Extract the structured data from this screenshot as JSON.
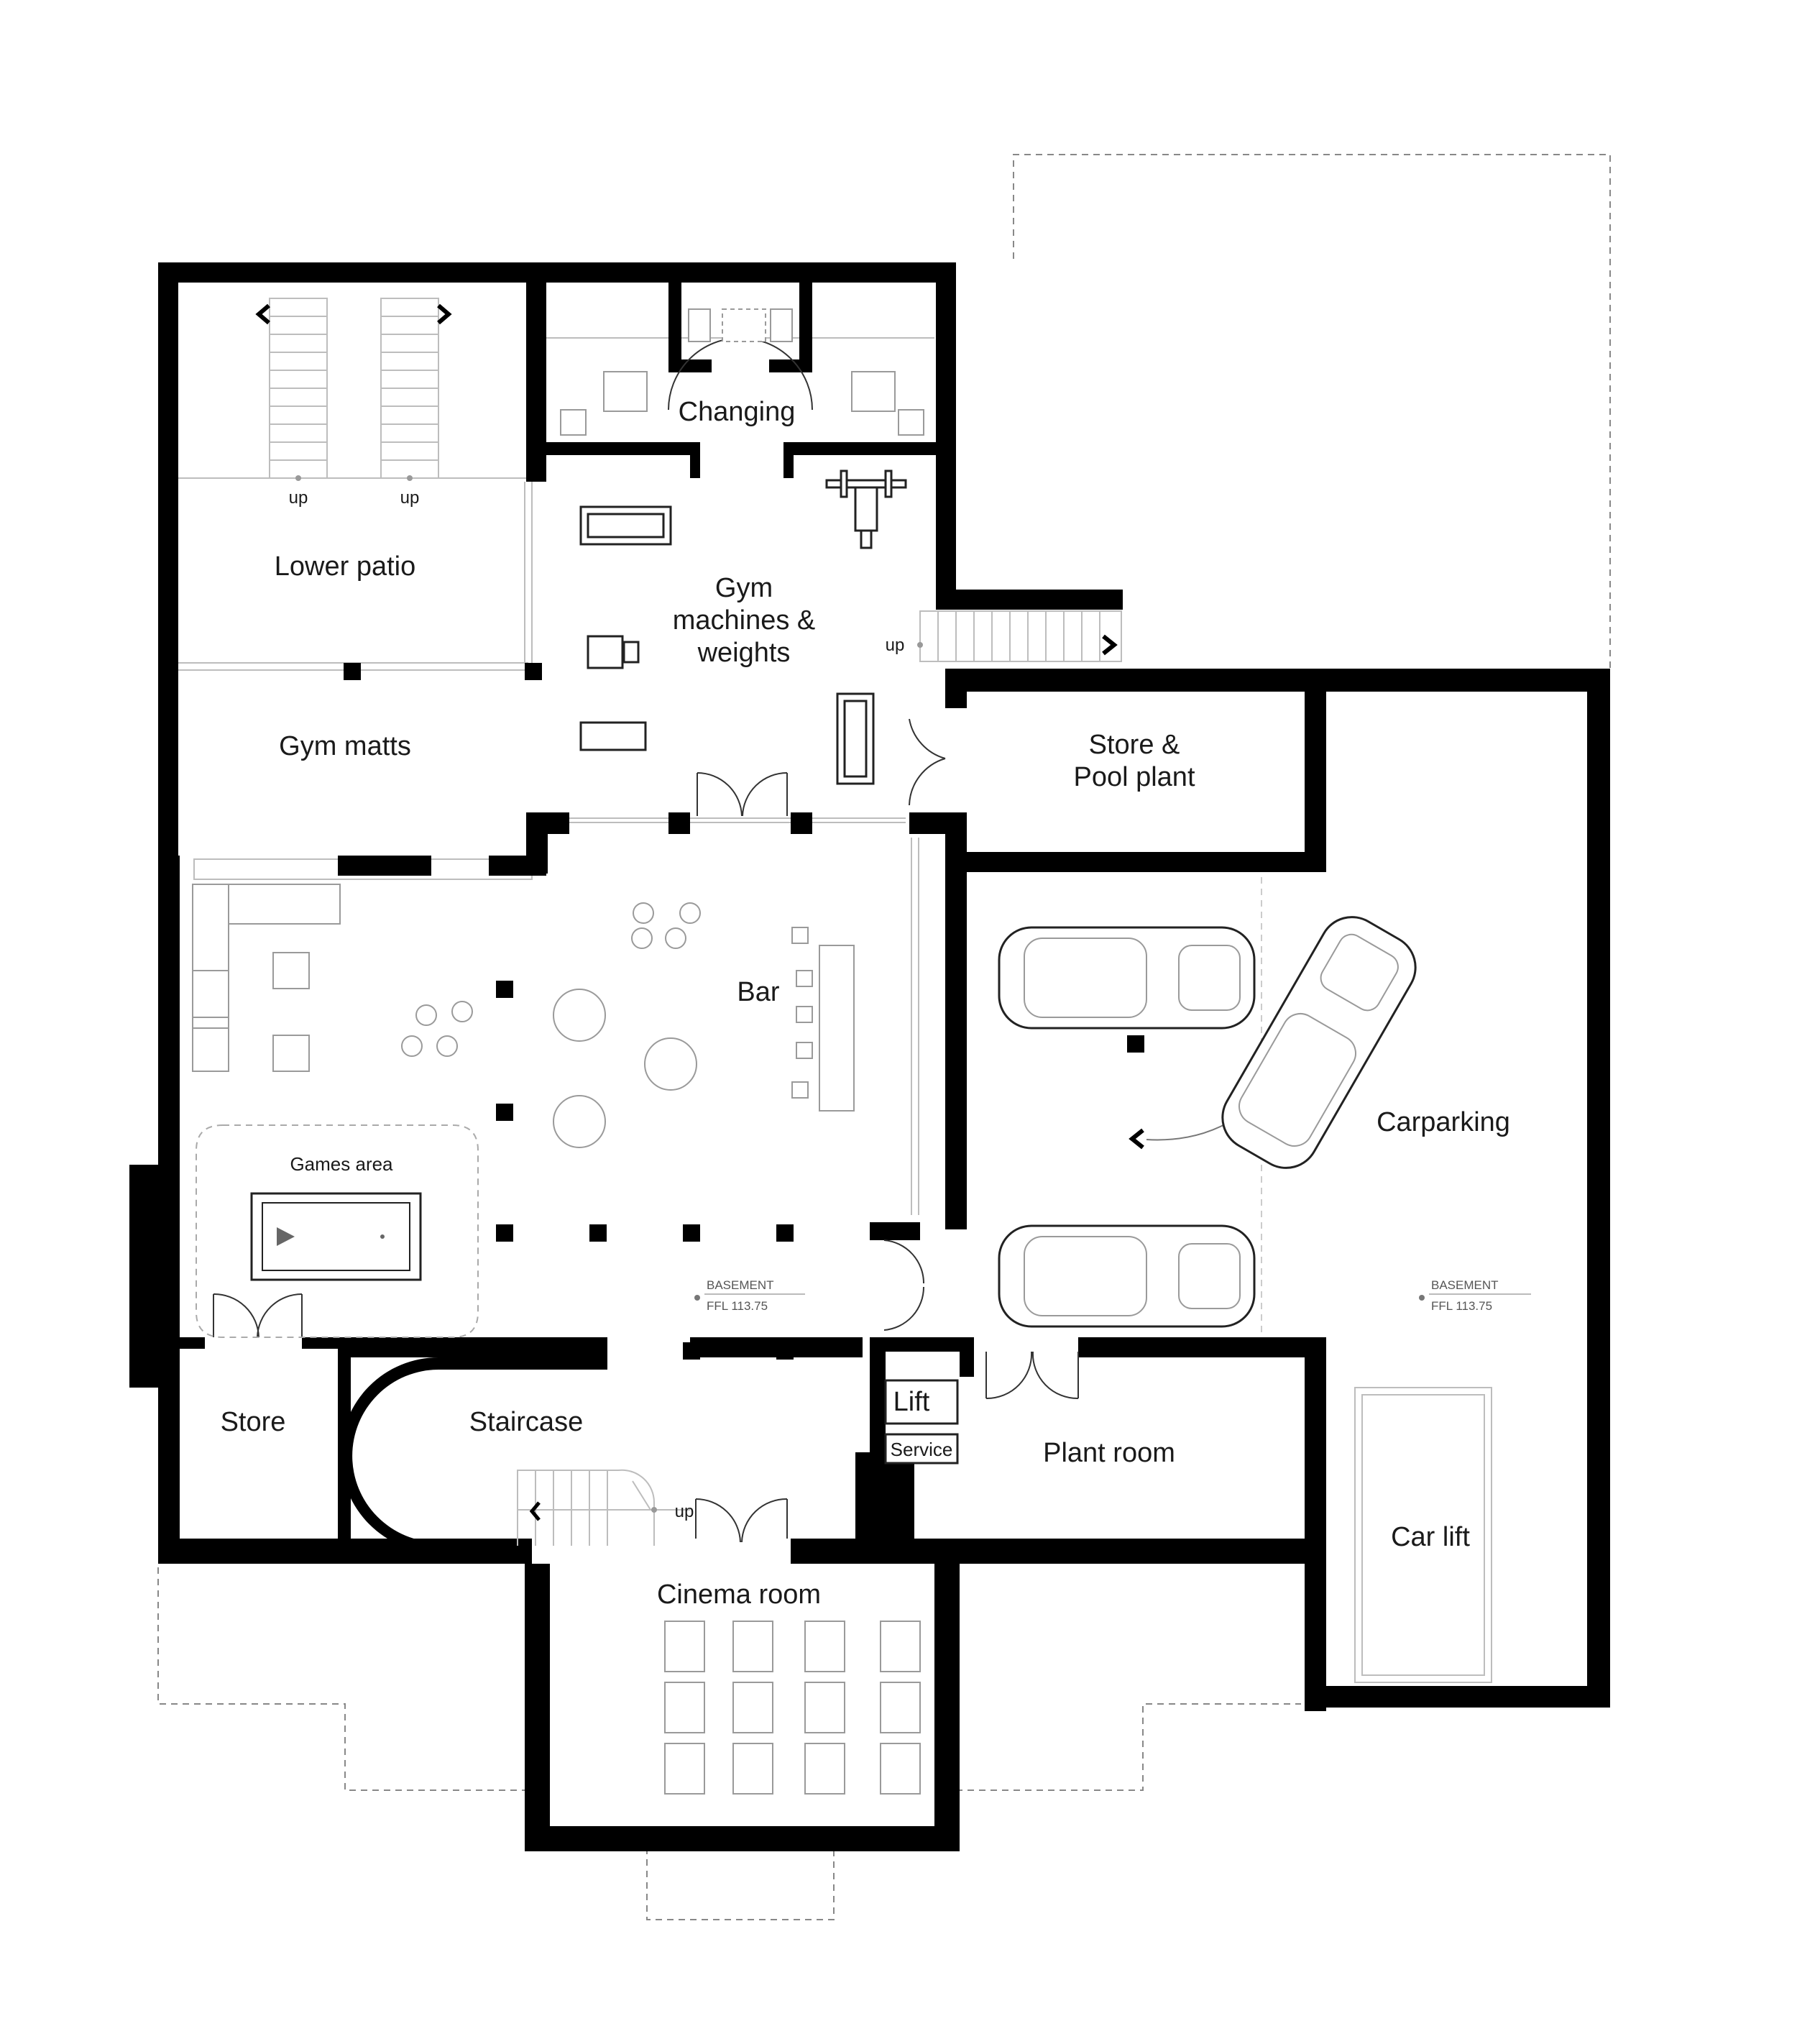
{
  "plan": {
    "rooms": {
      "changing": "Changing",
      "gym_line1": "Gym",
      "gym_line2": "machines &",
      "gym_line3": "weights",
      "lower_patio": "Lower patio",
      "gym_matts": "Gym matts",
      "store_pool_line1": "Store &",
      "store_pool_line2": "Pool plant",
      "bar": "Bar",
      "carparking": "Carparking",
      "games_area": "Games area",
      "store": "Store",
      "staircase": "Staircase",
      "lift": "Lift",
      "service": "Service",
      "plant_room": "Plant room",
      "car_lift": "Car lift",
      "cinema_room": "Cinema room"
    },
    "stair_labels": {
      "up_left": "up",
      "up_right": "up",
      "up_gym": "up",
      "up_main": "up"
    },
    "levels": {
      "left_name": "BASEMENT",
      "left_ffl": "FFL 113.75",
      "right_name": "BASEMENT",
      "right_ffl": "FFL 113.75"
    },
    "icons": [
      "chevron-left-icon",
      "chevron-right-icon",
      "level-marker-icon"
    ],
    "colors": {
      "wall": "#000000",
      "line": "#bdbdbd",
      "text": "#1a1a1a"
    }
  }
}
